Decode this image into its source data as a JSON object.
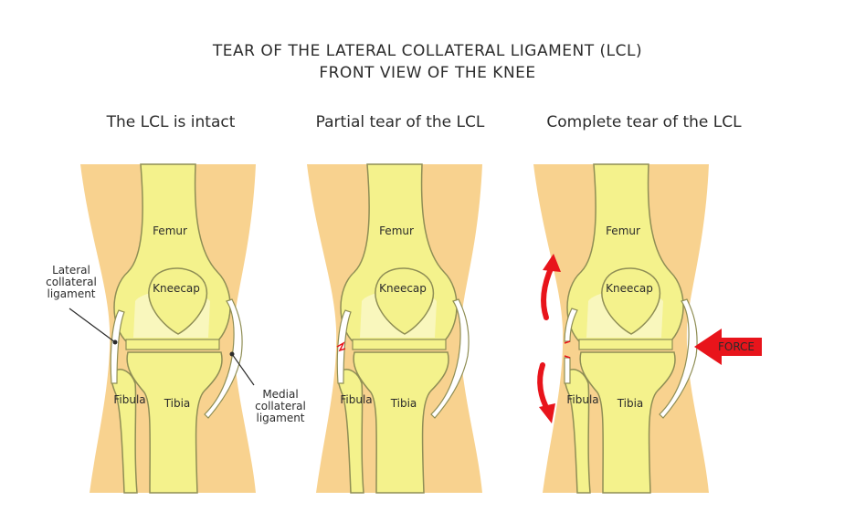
{
  "title": {
    "line1": "TEAR OF THE LATERAL COLLATERAL LIGAMENT (LCL)",
    "line2": "FRONT VIEW OF THE KNEE"
  },
  "panels": [
    {
      "title": "The LCL is intact",
      "femur": "Femur",
      "kneecap": "Kneecap",
      "fibula": "Fibula",
      "tibia": "Tibia"
    },
    {
      "title": "Partial tear of the LCL",
      "femur": "Femur",
      "kneecap": "Kneecap",
      "fibula": "Fibula",
      "tibia": "Tibia"
    },
    {
      "title": "Complete tear of the LCL",
      "femur": "Femur",
      "kneecap": "Kneecap",
      "fibula": "Fibula",
      "tibia": "Tibia",
      "force": "FORCE"
    }
  ],
  "callouts": {
    "lateral": [
      "Lateral",
      "collateral",
      "ligament"
    ],
    "medial": [
      "Medial",
      "collateral",
      "ligament"
    ]
  },
  "colors": {
    "skin": "#F8D28F",
    "bone": "#F4F28C",
    "bone_outline": "#8F8E55",
    "ligament": "#FFFFFF",
    "arrow": "#E8141B"
  }
}
